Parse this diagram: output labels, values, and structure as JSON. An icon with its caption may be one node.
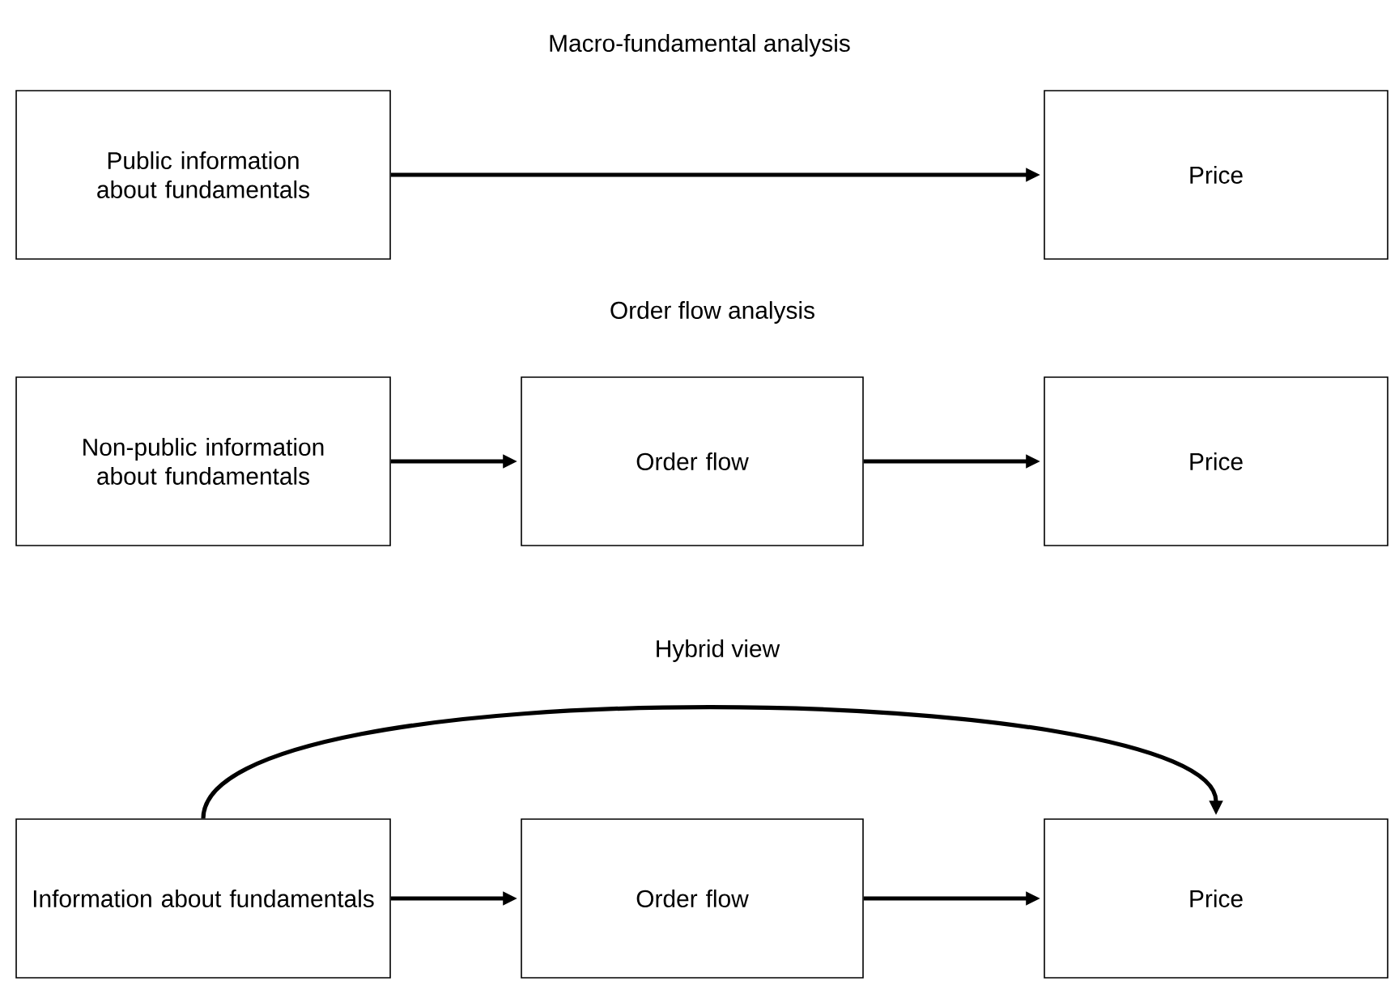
{
  "diagram": {
    "nodes": [
      {
        "text": [
          "Public information about fundamentals"
        ]
      },
      {
        "text": [
          "Price"
        ]
      },
      {
        "text": [
          "Non-public information about fundamentals"
        ]
      },
      {
        "text": [
          "Order flow"
        ]
      },
      {
        "text": [
          "Price"
        ]
      },
      {
        "text": [
          "Information about fundamentals"
        ]
      },
      {
        "text": [
          "Order flow"
        ]
      },
      {
        "text": [
          "Price"
        ]
      }
    ],
    "edges": [
      {
        "from": 0,
        "to": 1,
        "arrow": "to"
      },
      {
        "from": 2,
        "to": 3,
        "arrow": "to"
      },
      {
        "from": 3,
        "to": 4,
        "arrow": "to"
      },
      {
        "from": 5,
        "to": 6,
        "arrow": "to"
      },
      {
        "from": 6,
        "to": 7,
        "arrow": "to"
      },
      {
        "from": 5,
        "to": 7,
        "arrow": "to"
      }
    ],
    "labels": [
      "Macro-fundamental analysis",
      "Order flow analysis",
      "Hybrid view"
    ]
  }
}
